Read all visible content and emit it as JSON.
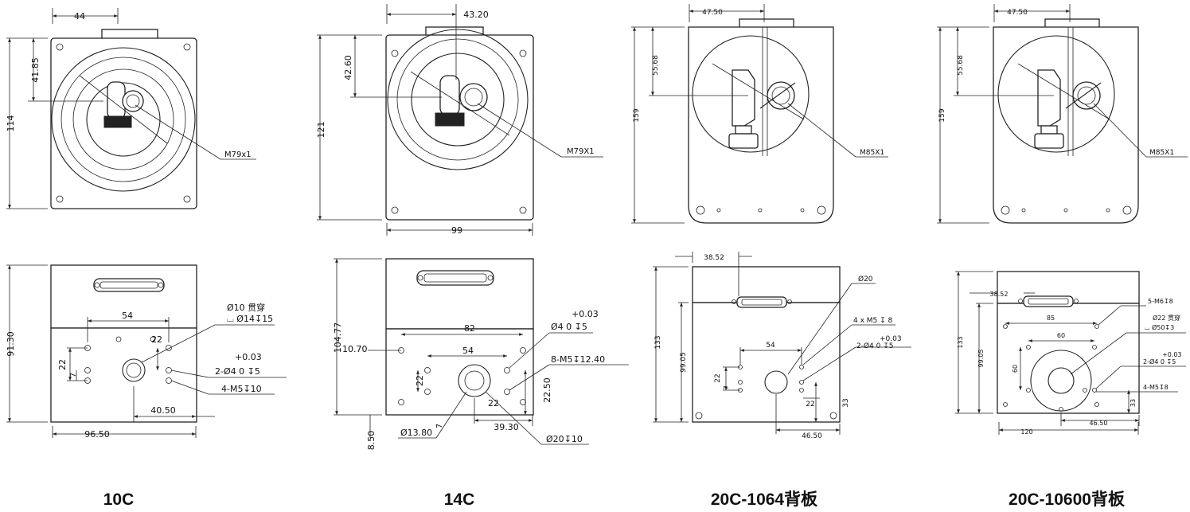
{
  "panels": [
    {
      "caption": "10C",
      "front": {
        "dims": [
          "44",
          "41.85",
          "114",
          "M79x1"
        ]
      },
      "back": {
        "dims": [
          "Ø10 贯穿",
          "⌴ Ø14↧15",
          "54",
          "22",
          "+0.03",
          "2-Ø4 0 ↧5",
          "22",
          "7",
          "4-M5↧10",
          "91.30",
          "40.50",
          "96.50"
        ]
      }
    },
    {
      "caption": "14C",
      "front": {
        "dims": [
          "43.20",
          "42.60",
          "121",
          "M79X1",
          "99"
        ]
      },
      "back": {
        "dims": [
          "104.77",
          "10.70",
          "82",
          "54",
          "+0.03",
          "Ø4 0 ↧5",
          "8-M5↧12.40",
          "22",
          "22.50",
          "7",
          "22",
          "39.30",
          "8.50",
          "Ø13.80",
          "Ø20↧10"
        ]
      }
    },
    {
      "caption": "20C-1064背板",
      "front": {
        "dims": [
          "47.50",
          "55.68",
          "159",
          "M85X1"
        ]
      },
      "back": {
        "dims": [
          "38.52",
          "Ø20",
          "4 x M5 ↧ 8",
          "+0.03",
          "2-Ø4 0 ↧5",
          "54",
          "133",
          "99.05",
          "22",
          "7",
          "22",
          "33",
          "46.50"
        ]
      }
    },
    {
      "caption": "20C-10600背板",
      "front": {
        "dims": [
          "47.50",
          "55.68",
          "159",
          "M85X1"
        ]
      },
      "back": {
        "dims": [
          "38.52",
          "5-M6↧8",
          "Ø22 贯穿",
          "⌴ Ø50↧3",
          "85",
          "60",
          "+0.03",
          "2-Ø4 0 ↧5",
          "133",
          "99.05",
          "60",
          "4-M5↧8",
          "33",
          "46.50",
          "120"
        ]
      }
    }
  ]
}
